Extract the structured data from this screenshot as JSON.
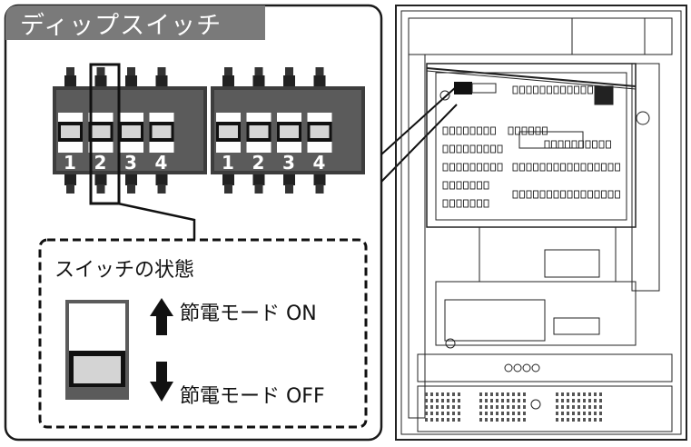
{
  "title": "ディップスイッチ",
  "switch_numbers": [
    "1",
    "2",
    "3",
    "4"
  ],
  "legend": {
    "heading": "スイッチの状態",
    "on_label": "節電モード ON",
    "off_label": "節電モード OFF"
  },
  "colors": {
    "title_bg": "#7a7a7a",
    "title_text": "#ffffff",
    "dip_body": "#5b5b5b",
    "slider_fill": "#d4d4d4",
    "outline": "#1a1a1a"
  },
  "icons": {
    "up_arrow": "up-arrow-icon",
    "down_arrow": "down-arrow-icon"
  }
}
